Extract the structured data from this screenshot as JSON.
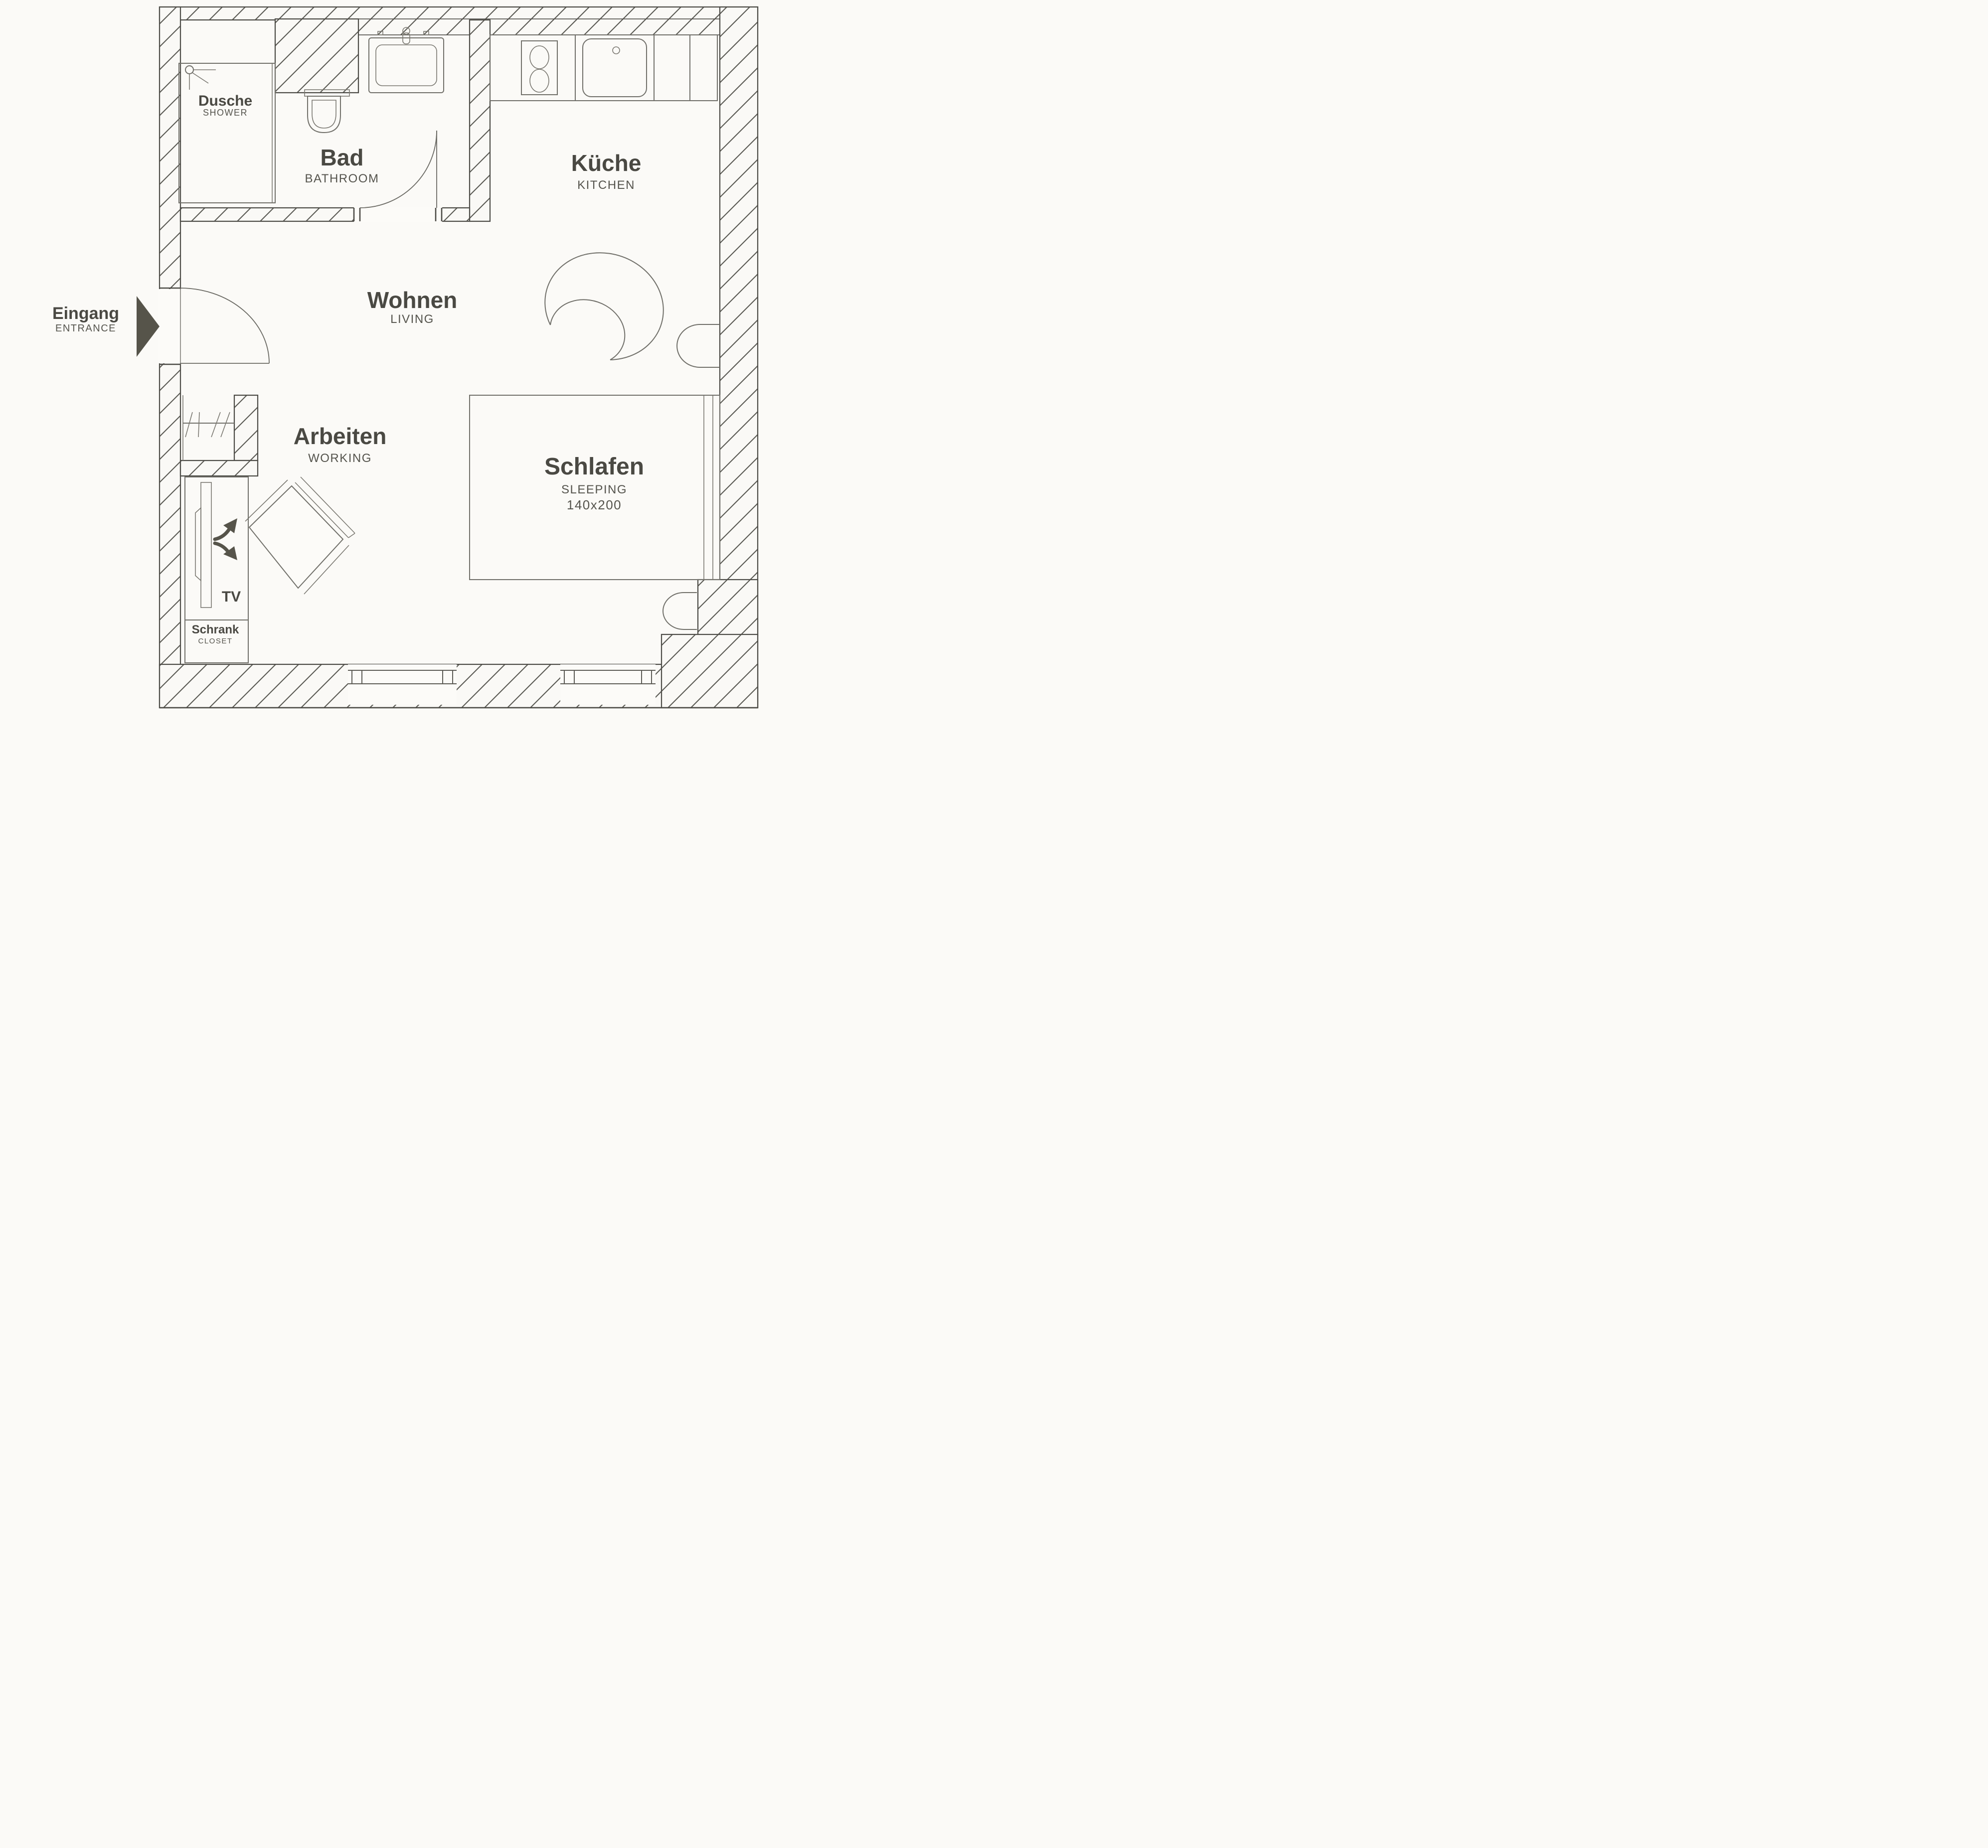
{
  "page": {
    "title": "Studio apartment floor plan"
  },
  "colors": {
    "background": "#fbfaf7",
    "wall_line": "#4d4c47",
    "hatch_line": "#5b5a54",
    "furniture_line": "#71706a",
    "text_primary": "#4a4943",
    "text_secondary": "#55544d",
    "arrow_fill": "#56544a"
  },
  "rooms": {
    "dusche": {
      "de": "Dusche",
      "en": "SHOWER"
    },
    "bad": {
      "de": "Bad",
      "en": "BATHROOM"
    },
    "kueche": {
      "de": "Küche",
      "en": "KITCHEN"
    },
    "wohnen": {
      "de": "Wohnen",
      "en": "LIVING"
    },
    "arbeiten": {
      "de": "Arbeiten",
      "en": "WORKING"
    },
    "schlafen": {
      "de": "Schlafen",
      "en": "SLEEPING",
      "size": "140x200"
    },
    "eingang": {
      "de": "Eingang",
      "en": "ENTRANCE"
    },
    "tv": {
      "label": "TV"
    },
    "schrank": {
      "de": "Schrank",
      "en": "CLOSET"
    }
  },
  "icons": {
    "shower-head-icon": "circle with spray lines",
    "toilet-icon": "toilet top view with cistern",
    "bathroom-sink-icon": "washbasin with faucet, top view",
    "stove-icon": "two-burner hob",
    "kitchen-sink-icon": "kitchen basin with drain",
    "armchair-icon": "tub chair top view",
    "bed-icon": "double bed with headboard",
    "nightstand-icon": "half-round side table",
    "desk-chair-icon": "rotated chair with backrest",
    "tv-icon": "wall-mounted TV panel",
    "tv-swivel-arrows-icon": "two curved swivel arrows",
    "wardrobe-rail-icon": "rail with hangers",
    "entrance-arrow-icon": "solid triangle pointing right",
    "door-swing-icon": "quarter-circle door swing",
    "window-icon": "double-line window with end posts"
  }
}
